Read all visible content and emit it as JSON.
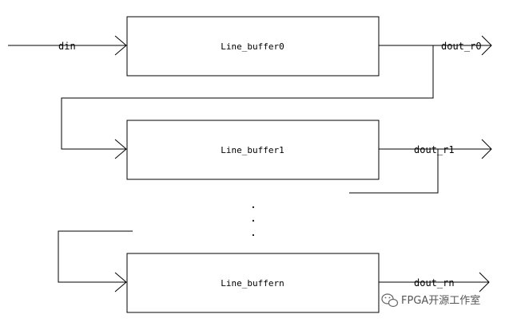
{
  "blocks": [
    {
      "label": "Line_buffer0",
      "output": "dout_r0"
    },
    {
      "label": "Line_buffer1",
      "output": "dout_r1"
    },
    {
      "label": "Line_buffern",
      "output": "dout_rn"
    }
  ],
  "input_label": "din",
  "ellipsis": [
    ".",
    ".",
    "."
  ],
  "watermark": {
    "text": "FPGA开源工作室"
  }
}
